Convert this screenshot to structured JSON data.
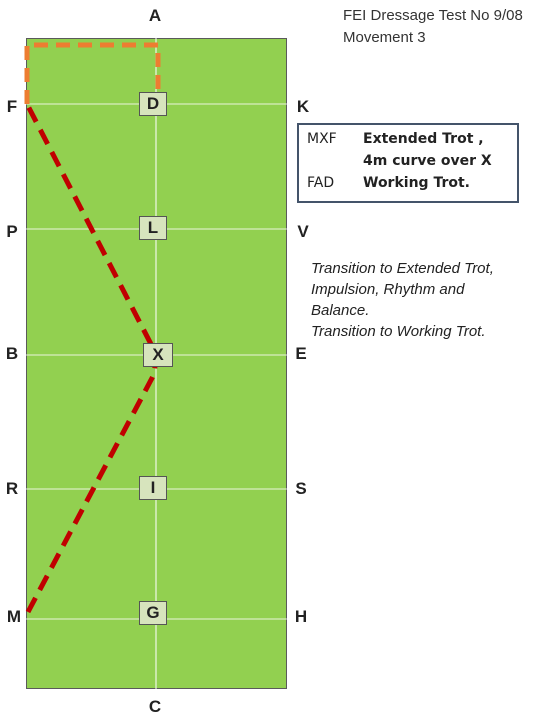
{
  "header": {
    "test_title": "FEI Dressage Test No 9/08",
    "movement": "Movement 3"
  },
  "arena_letters": {
    "top": "A",
    "bottom": "C",
    "left": [
      "F",
      "P",
      "B",
      "R",
      "M"
    ],
    "right": [
      "K",
      "V",
      "E",
      "S",
      "H"
    ],
    "centre": [
      "D",
      "L",
      "X",
      "I",
      "G"
    ]
  },
  "movement_box": {
    "rows": [
      {
        "code": "MXF",
        "text": "Extended Trot ,"
      },
      {
        "code": "",
        "text": "4m  curve over X"
      },
      {
        "code": "FAD",
        "text": "Working Trot."
      }
    ]
  },
  "notes": [
    "Transition to Extended Trot,",
    "Impulsion, Rhythm and",
    "Balance.",
    "Transition to Working Trot."
  ],
  "colors": {
    "arena_fill": "#92d050",
    "extended_trot_path": "#c00000",
    "working_trot_path": "#ed7d31",
    "marker_fill": "#d7e4bd"
  }
}
